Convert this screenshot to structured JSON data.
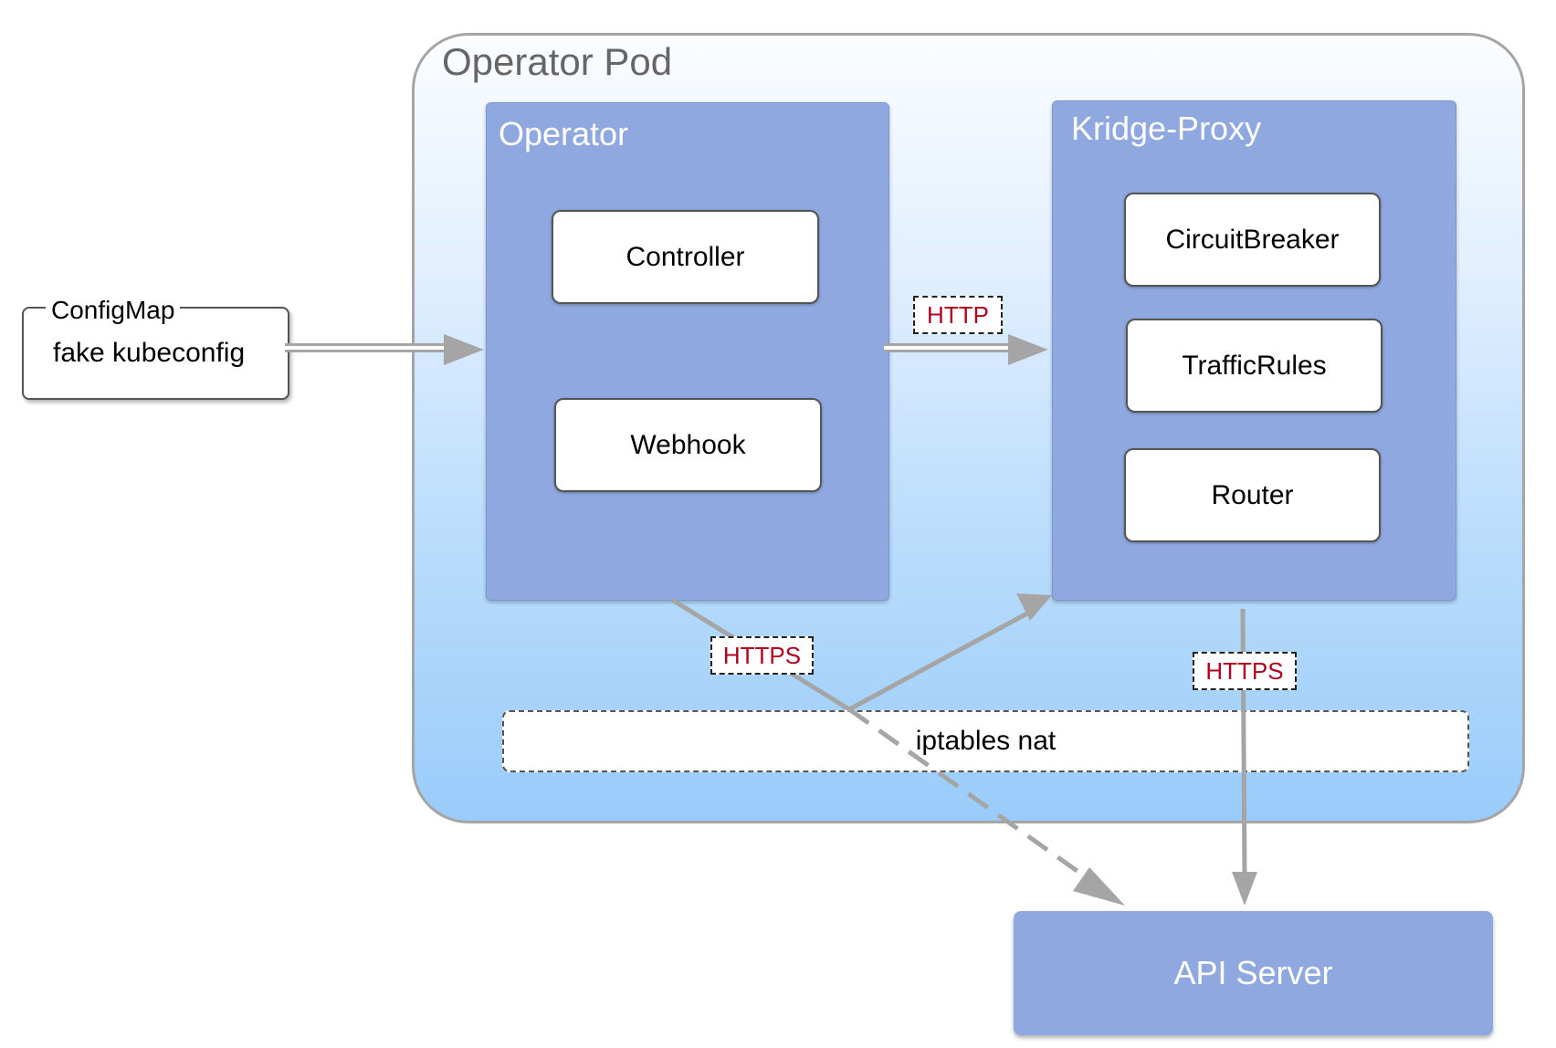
{
  "pod": {
    "title": "Operator Pod"
  },
  "operator": {
    "title": "Operator",
    "components": [
      "Controller",
      "Webhook"
    ]
  },
  "kridge_proxy": {
    "title": "Kridge-Proxy",
    "components": [
      "CircuitBreaker",
      "TrafficRules",
      "Router"
    ]
  },
  "iptables": {
    "label": "iptables nat"
  },
  "configmap": {
    "title": "ConfigMap",
    "content": "fake kubeconfig"
  },
  "api_server": {
    "label": "API Server"
  },
  "connections": [
    {
      "from": "ConfigMap",
      "to": "Operator",
      "style": "double-line"
    },
    {
      "from": "Operator",
      "to": "Kridge-Proxy",
      "protocol": "HTTP",
      "style": "double-line"
    },
    {
      "from": "Operator",
      "to": "API Server",
      "protocol": "HTTPS",
      "style": "dashed",
      "via": "iptables nat"
    },
    {
      "from": "iptables nat",
      "to": "Kridge-Proxy",
      "style": "solid"
    },
    {
      "from": "Kridge-Proxy",
      "to": "API Server",
      "protocol": "HTTPS",
      "style": "solid"
    }
  ],
  "colors": {
    "panel": "#8fa9e0",
    "pod_gradient_top": "#fbfdff",
    "pod_gradient_bottom": "#99ccfb",
    "arrow": "#a5a5a5",
    "protocol_text": "#b0001e"
  }
}
